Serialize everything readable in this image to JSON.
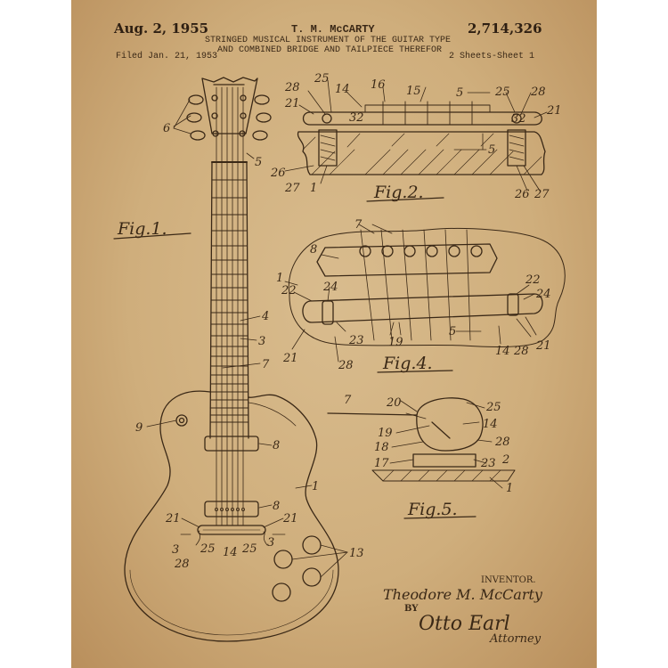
{
  "header": {
    "date": "Aug. 2, 1955",
    "inventor_name": "T. M. McCARTY",
    "patent_number": "2,714,326",
    "title_line1": "STRINGED MUSICAL INSTRUMENT OF THE GUITAR TYPE",
    "title_line2": "AND COMBINED BRIDGE AND TAILPIECE THEREFOR",
    "filed": "Filed Jan. 21, 1953",
    "sheets": "2 Sheets-Sheet 1"
  },
  "figures": {
    "fig1": "Fig.1.",
    "fig2": "Fig.2.",
    "fig4": "Fig.4.",
    "fig5": "Fig.5."
  },
  "labels": {
    "fig1": [
      "6",
      "5",
      "4",
      "3",
      "7",
      "9",
      "8",
      "8",
      "1",
      "21",
      "21",
      "3",
      "3",
      "28",
      "25",
      "14",
      "25",
      "13"
    ],
    "fig2": [
      "28",
      "25",
      "21",
      "32",
      "14",
      "16",
      "15",
      "5",
      "25",
      "28",
      "21",
      "32",
      "5",
      "26",
      "27",
      "1",
      "26",
      "27"
    ],
    "fig4": [
      "7",
      "8",
      "1",
      "22",
      "24",
      "22",
      "24",
      "21",
      "23",
      "19",
      "5",
      "14",
      "28",
      "21",
      "28"
    ],
    "fig5": [
      "7",
      "20",
      "25",
      "19",
      "14",
      "18",
      "28",
      "17",
      "23",
      "2",
      "1"
    ]
  },
  "signature": {
    "inventor_label": "INVENTOR.",
    "inventor_signature": "Theodore M. McCarty",
    "by": "BY",
    "attorney_signature": "Otto Earl",
    "attorney_label": "Attorney"
  },
  "colors": {
    "paper": "#d4b483",
    "ink": "#3a2816"
  }
}
